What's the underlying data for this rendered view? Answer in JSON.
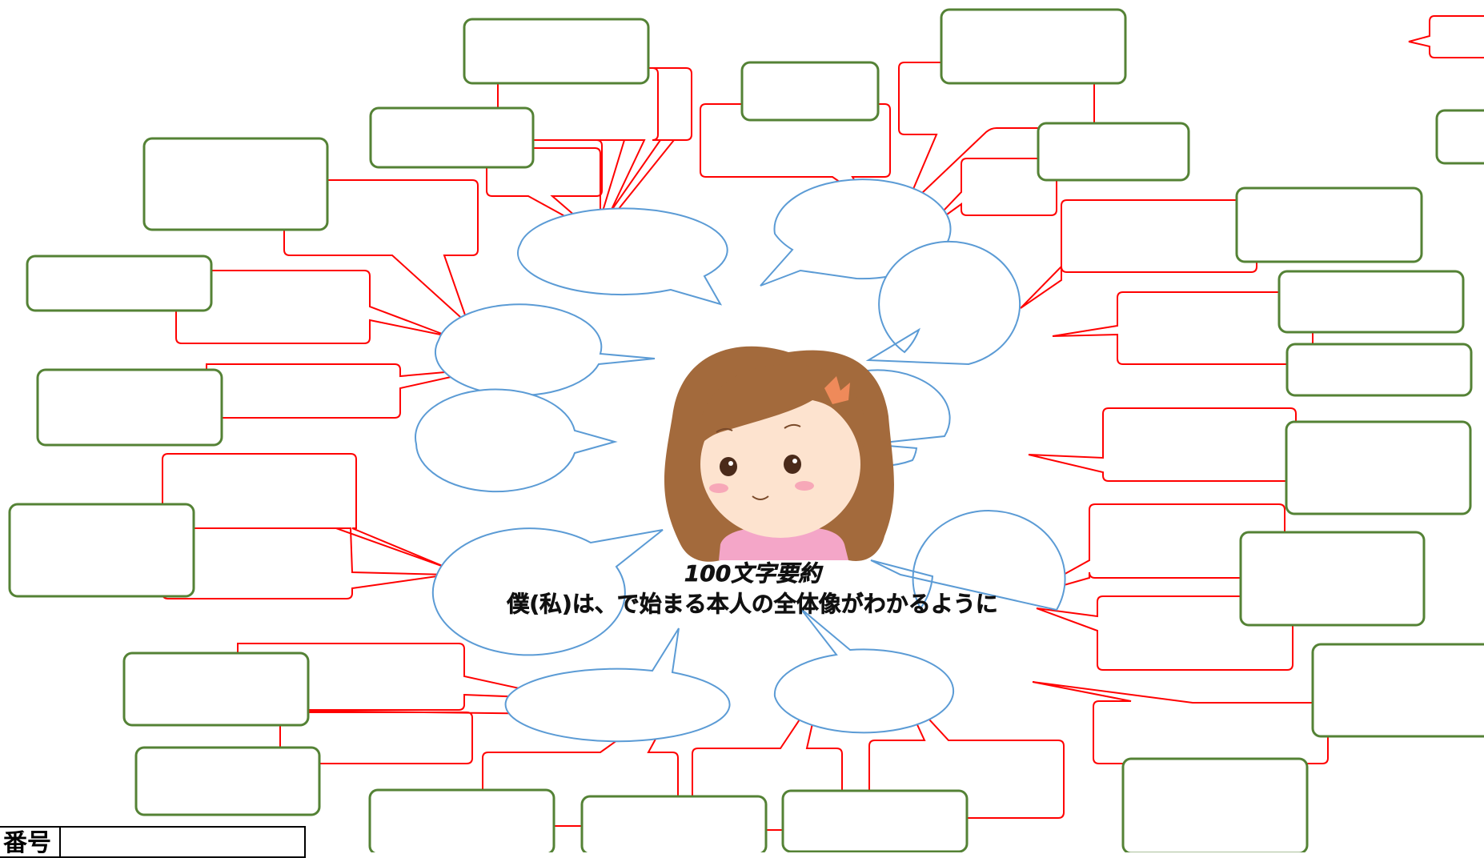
{
  "worksheet": {
    "summary_title": "100文字要約",
    "summary_instruction": "僕(私)は、で始まる本人の全体像がわかるように",
    "number_label": "番号"
  },
  "colors": {
    "bubble_outline": "#5b9bd5",
    "callout_outline": "#ff0000",
    "answer_box_outline": "#548235",
    "hair": "#a36a3c",
    "skin": "#fde3cf",
    "shirt": "#f4a6c8"
  },
  "character": {
    "icon": "girl-avatar-icon"
  }
}
